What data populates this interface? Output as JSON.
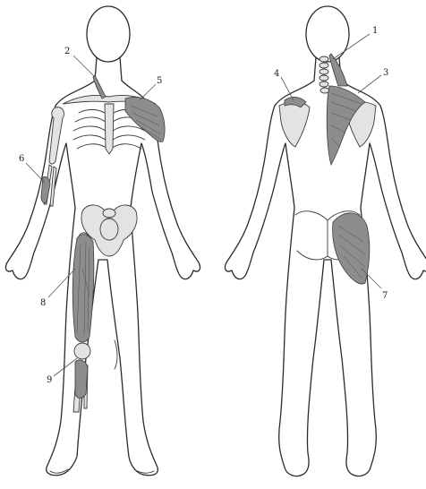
{
  "labels": {
    "l1": "1",
    "l2": "2",
    "l3": "3",
    "l4": "4",
    "l5": "5",
    "l6": "6",
    "l7": "7",
    "l8": "8",
    "l9": "9"
  },
  "colors": {
    "outline": "#2b2b2b",
    "muscle": "#8d8d8d",
    "bone": "#e3e3e3",
    "background": "#ffffff"
  }
}
